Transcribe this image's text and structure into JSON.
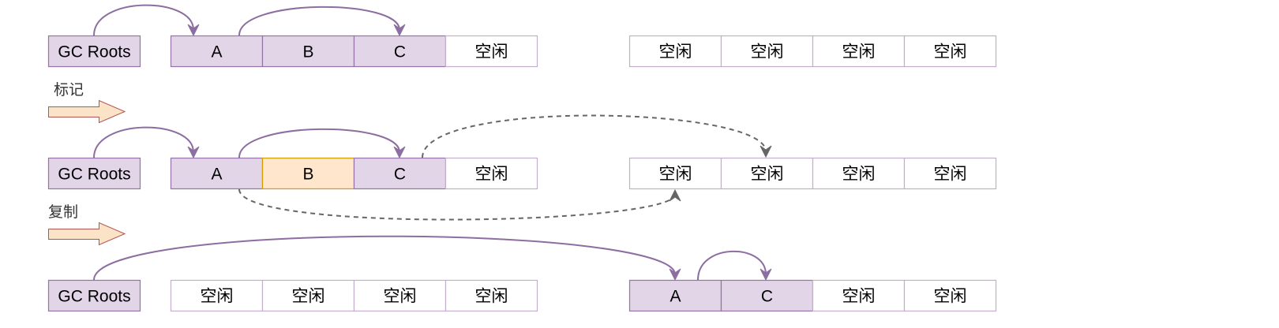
{
  "diagram": {
    "title": "Copying garbage collection (mark and copy)",
    "colors": {
      "live_fill": "#e1d5e7",
      "live_stroke": "#9673a6",
      "garbage_fill": "#ffe6cc",
      "garbage_stroke": "#d79b00",
      "free_fill": "#ffffff",
      "free_stroke": "#c3aecb",
      "ref_arrow": "#8c6ea1",
      "copy_arrow": "#666666",
      "step_arrow_fill": "#fae3c6",
      "step_arrow_stroke": "#b85450"
    },
    "steps": [
      {
        "label": "标记"
      },
      {
        "label": "复制"
      }
    ],
    "rows": [
      {
        "root": {
          "label": "GC Roots"
        },
        "from_space": [
          {
            "label": "A",
            "state": "live"
          },
          {
            "label": "B",
            "state": "live"
          },
          {
            "label": "C",
            "state": "live"
          },
          {
            "label": "空闲",
            "state": "free"
          }
        ],
        "to_space": [
          {
            "label": "空闲",
            "state": "free"
          },
          {
            "label": "空闲",
            "state": "free"
          },
          {
            "label": "空闲",
            "state": "free"
          },
          {
            "label": "空闲",
            "state": "free"
          }
        ]
      },
      {
        "root": {
          "label": "GC Roots"
        },
        "from_space": [
          {
            "label": "A",
            "state": "live"
          },
          {
            "label": "B",
            "state": "garbage"
          },
          {
            "label": "C",
            "state": "live"
          },
          {
            "label": "空闲",
            "state": "free"
          }
        ],
        "to_space": [
          {
            "label": "空闲",
            "state": "free"
          },
          {
            "label": "空闲",
            "state": "free"
          },
          {
            "label": "空闲",
            "state": "free"
          },
          {
            "label": "空闲",
            "state": "free"
          }
        ]
      },
      {
        "root": {
          "label": "GC Roots"
        },
        "from_space": [
          {
            "label": "空闲",
            "state": "free"
          },
          {
            "label": "空闲",
            "state": "free"
          },
          {
            "label": "空闲",
            "state": "free"
          },
          {
            "label": "空闲",
            "state": "free"
          }
        ],
        "to_space": [
          {
            "label": "A",
            "state": "live"
          },
          {
            "label": "C",
            "state": "live"
          },
          {
            "label": "空闲",
            "state": "free"
          },
          {
            "label": "空闲",
            "state": "free"
          }
        ]
      }
    ],
    "references": [
      {
        "row": 0,
        "from": "GC Roots",
        "to": "A",
        "type": "reference"
      },
      {
        "row": 0,
        "from": "A",
        "to": "C",
        "type": "reference"
      },
      {
        "row": 1,
        "from": "GC Roots",
        "to": "A",
        "type": "reference"
      },
      {
        "row": 1,
        "from": "A",
        "to": "C",
        "type": "reference"
      },
      {
        "row": 1,
        "from": "C",
        "to": "to_space[1]",
        "type": "copy"
      },
      {
        "row": 1,
        "from": "A",
        "to": "to_space[0]",
        "type": "copy"
      },
      {
        "row": 2,
        "from": "GC Roots",
        "to": "A (to_space)",
        "type": "reference"
      },
      {
        "row": 2,
        "from": "A (to_space)",
        "to": "C (to_space)",
        "type": "reference"
      }
    ]
  }
}
